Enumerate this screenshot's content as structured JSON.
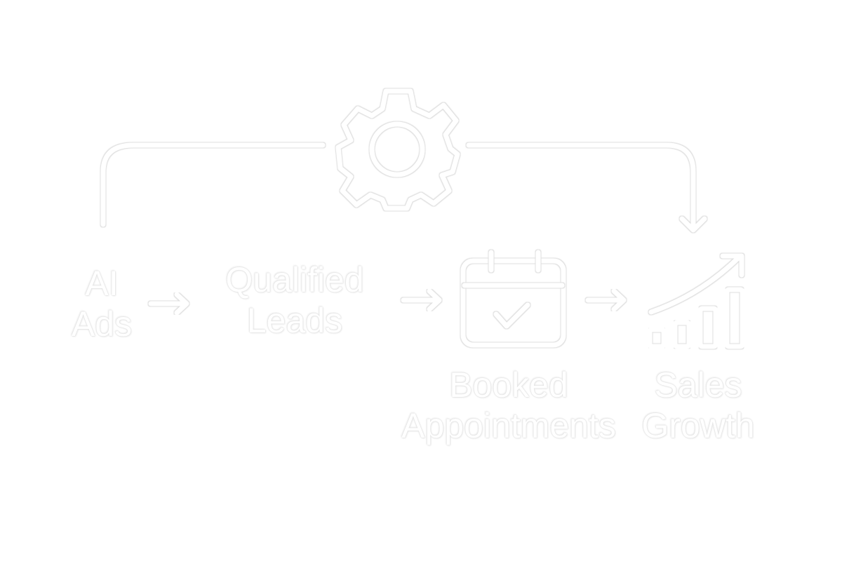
{
  "title": "AI Ads to Sales Growth pipeline",
  "steps": [
    {
      "label_line1": "AI",
      "label_line2": "Ads"
    },
    {
      "label_line1": "Qualified",
      "label_line2": "Leads"
    },
    {
      "label_line1": "Booked",
      "label_line2": "Appointments",
      "icon": "calendar-check-icon"
    },
    {
      "label_line1": "Sales",
      "label_line2": "Growth",
      "icon": "growth-chart-icon"
    }
  ],
  "center_icon": "gear-icon",
  "colors": {
    "foreground": "#ffffff",
    "outline": "#e0e0e0",
    "background": "#ffffff"
  }
}
